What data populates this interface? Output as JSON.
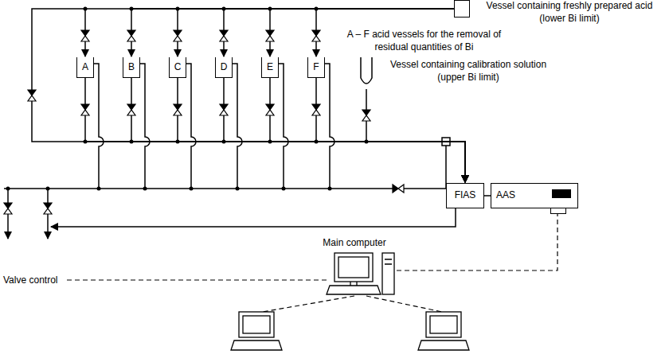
{
  "diagram": {
    "nodes": [
      {
        "text": [
          "Vessel containing freshly prepared acid (lower Bi limit)"
        ]
      },
      {
        "text": [
          "A"
        ]
      },
      {
        "text": [
          "B"
        ]
      },
      {
        "text": [
          "C"
        ]
      },
      {
        "text": [
          "D"
        ]
      },
      {
        "text": [
          "E"
        ]
      },
      {
        "text": [
          "F"
        ]
      },
      {
        "text": [
          "Vessel containing calibration solution (upper Bi limit)"
        ]
      },
      {
        "text": [
          "FIAS"
        ]
      },
      {
        "text": [
          "AAS"
        ]
      }
    ],
    "edges": [
      {
        "from": 0,
        "to": 1,
        "arrow": "to"
      },
      {
        "from": 0,
        "to": 2,
        "arrow": "to"
      },
      {
        "from": 0,
        "to": 3,
        "arrow": "to"
      },
      {
        "from": 0,
        "to": 4,
        "arrow": "to"
      },
      {
        "from": 0,
        "to": 5,
        "arrow": "to"
      },
      {
        "from": 0,
        "to": 6,
        "arrow": "to"
      },
      {
        "from": 1,
        "to": 8,
        "arrow": "to"
      },
      {
        "from": 2,
        "to": 8,
        "arrow": "to"
      },
      {
        "from": 3,
        "to": 8,
        "arrow": "to"
      },
      {
        "from": 4,
        "to": 8,
        "arrow": "to"
      },
      {
        "from": 5,
        "to": 8,
        "arrow": "to"
      },
      {
        "from": 6,
        "to": 8,
        "arrow": "to"
      },
      {
        "from": 7,
        "to": 8,
        "arrow": "to"
      },
      {
        "from": 8,
        "to": 9,
        "arrow": "none"
      }
    ],
    "labels": [
      "A – F acid vessels for the removal of residual quantities of Bi",
      "Main computer",
      "Valve control"
    ]
  }
}
